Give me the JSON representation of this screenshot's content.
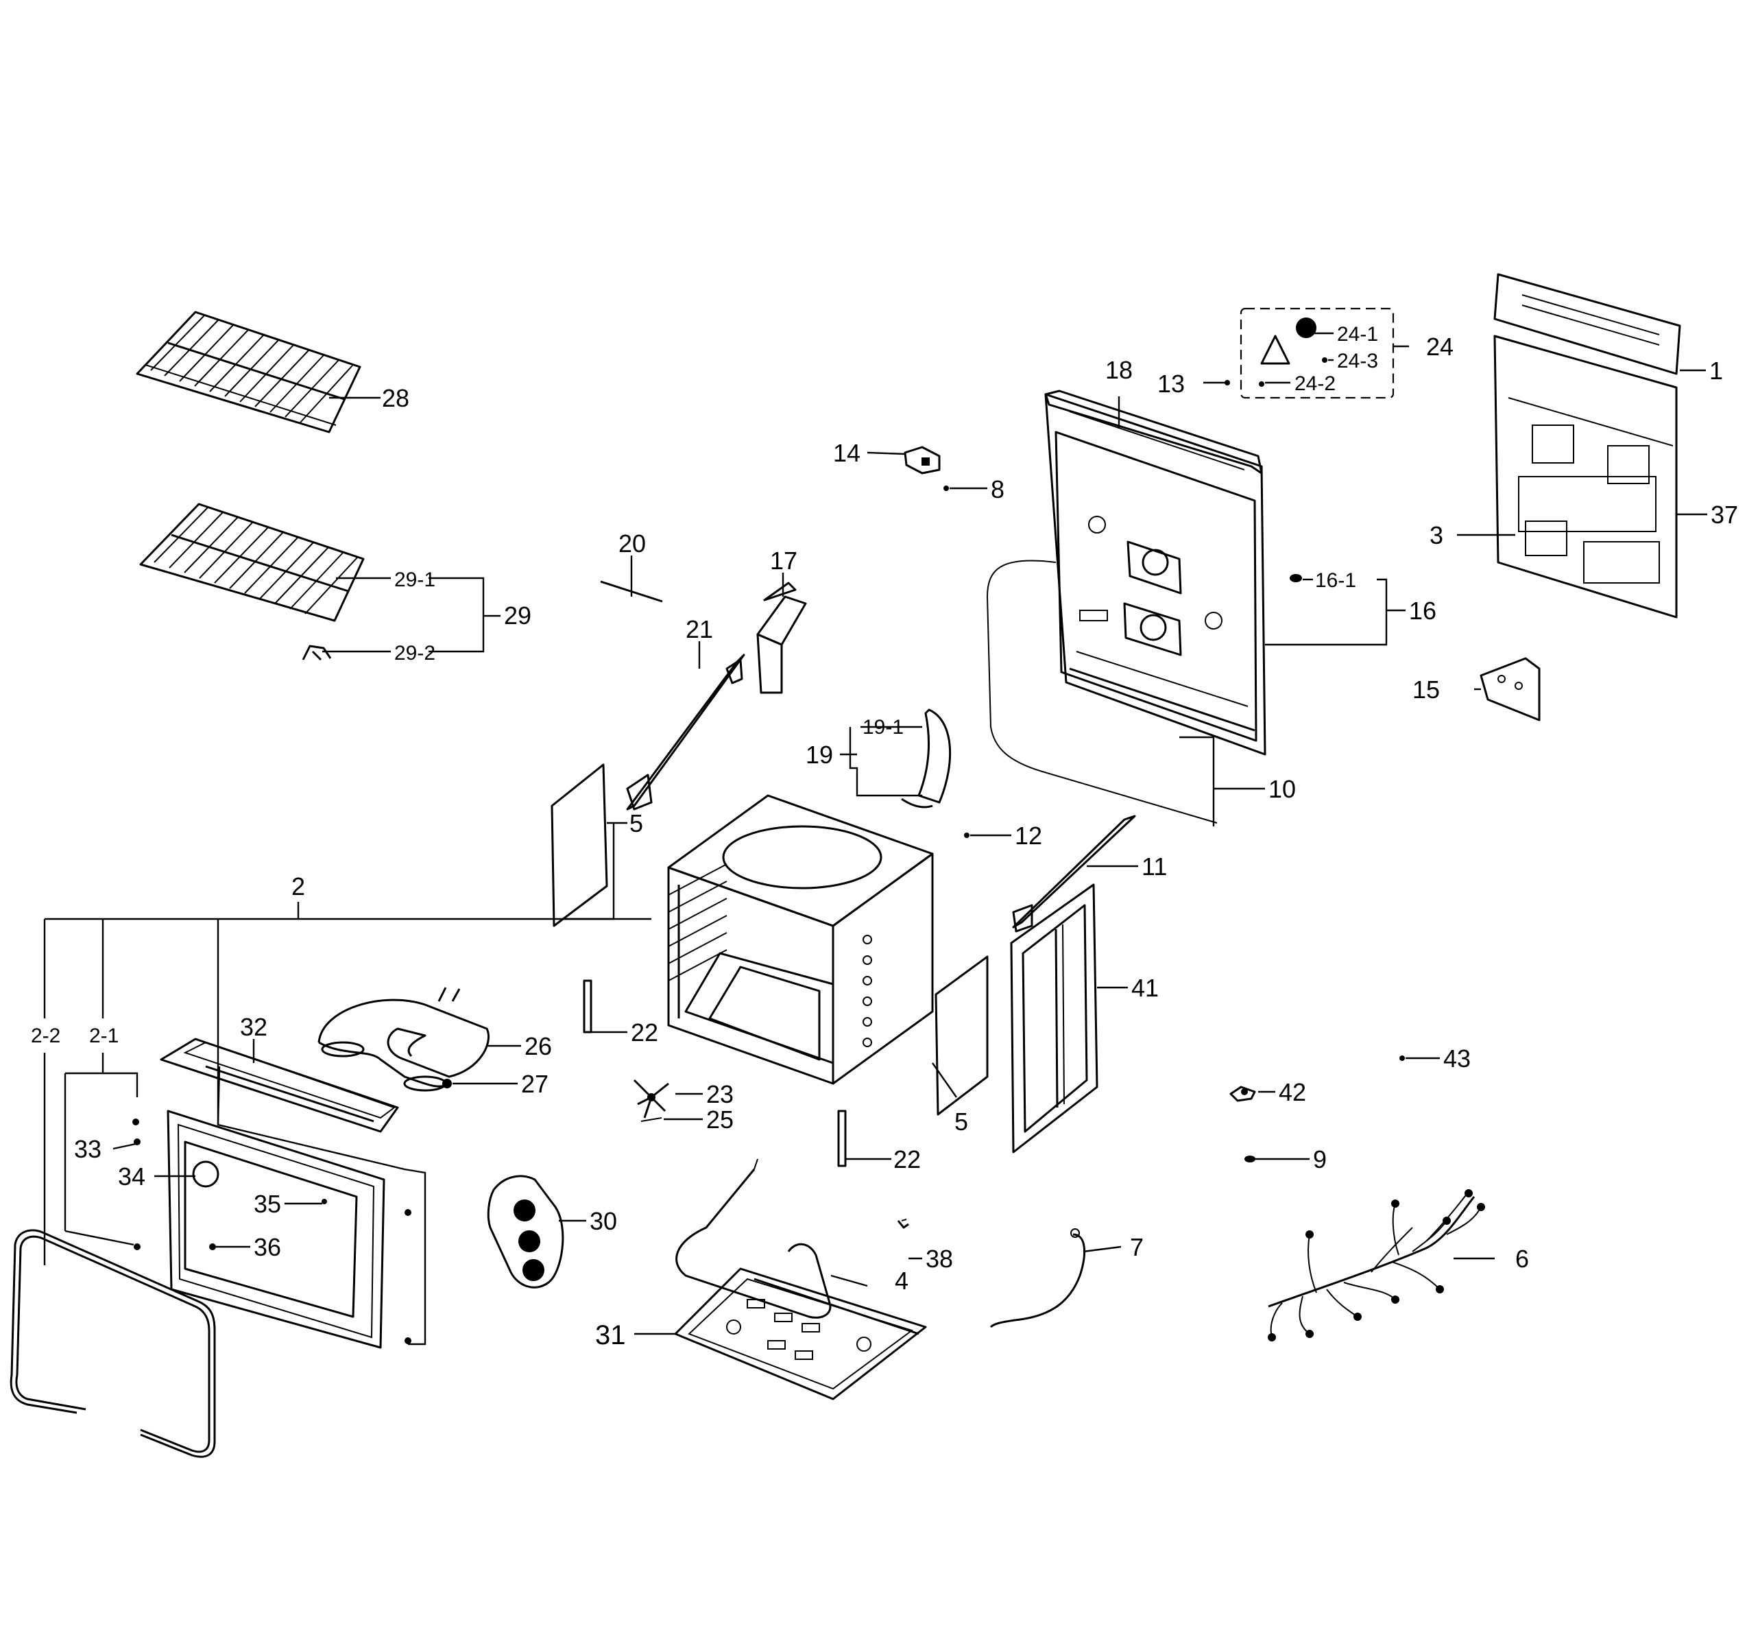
{
  "callouts": {
    "c1": "1",
    "c2": "2",
    "c2_1": "2-1",
    "c2_2": "2-2",
    "c3": "3",
    "c4": "4",
    "c5a": "5",
    "c5b": "5",
    "c6": "6",
    "c7": "7",
    "c8": "8",
    "c9": "9",
    "c10": "10",
    "c11": "11",
    "c12": "12",
    "c13": "13",
    "c14": "14",
    "c15": "15",
    "c16": "16",
    "c16_1": "16-1",
    "c17": "17",
    "c18": "18",
    "c19": "19",
    "c19_1": "19-1",
    "c20": "20",
    "c21": "21",
    "c22a": "22",
    "c22b": "22",
    "c23": "23",
    "c24": "24",
    "c24_1": "24-1",
    "c24_2": "24-2",
    "c24_3": "24-3",
    "c25": "25",
    "c26": "26",
    "c27": "27",
    "c28": "28",
    "c29": "29",
    "c29_1": "29-1",
    "c29_2": "29-2",
    "c30": "30",
    "c31": "31",
    "c32": "32",
    "c33": "33",
    "c34": "34",
    "c35": "35",
    "c36": "36",
    "c37": "37",
    "c38": "38",
    "c41": "41",
    "c42": "42",
    "c43": "43"
  }
}
